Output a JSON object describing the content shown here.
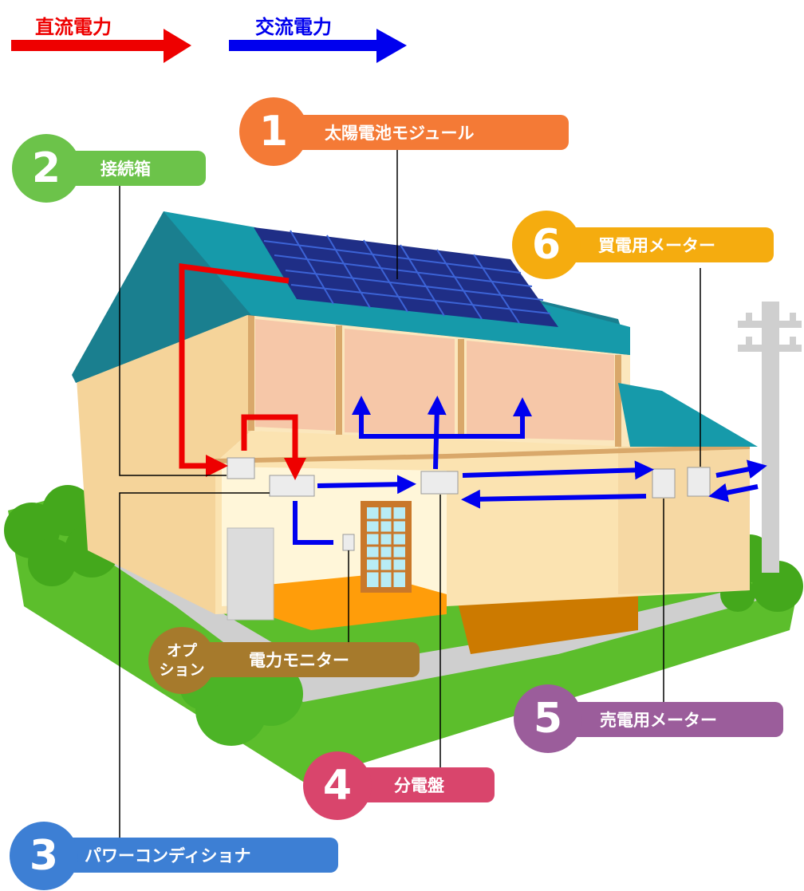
{
  "legend": {
    "dc": {
      "label": "直流電力",
      "color": "#ee0000"
    },
    "ac": {
      "label": "交流電力",
      "color": "#0000ee"
    }
  },
  "components": [
    {
      "id": "c1",
      "number": "1",
      "label": "太陽電池モジュール",
      "color": "#f47a36"
    },
    {
      "id": "c2",
      "number": "2",
      "label": "接続箱",
      "color": "#6cc34a"
    },
    {
      "id": "c3",
      "number": "3",
      "label": "パワーコンディショナ",
      "color": "#3d7fd4"
    },
    {
      "id": "c4",
      "number": "4",
      "label": "分電盤",
      "color": "#d9456c"
    },
    {
      "id": "c5",
      "number": "5",
      "label": "売電用メーター",
      "color": "#9b5d9b"
    },
    {
      "id": "c6",
      "number": "6",
      "label": "買電用メーター",
      "color": "#f5ac0f"
    }
  ],
  "option": {
    "badge_line1": "オプ",
    "badge_line2": "ション",
    "label": "電力モニター",
    "color": "#a67a2c"
  }
}
